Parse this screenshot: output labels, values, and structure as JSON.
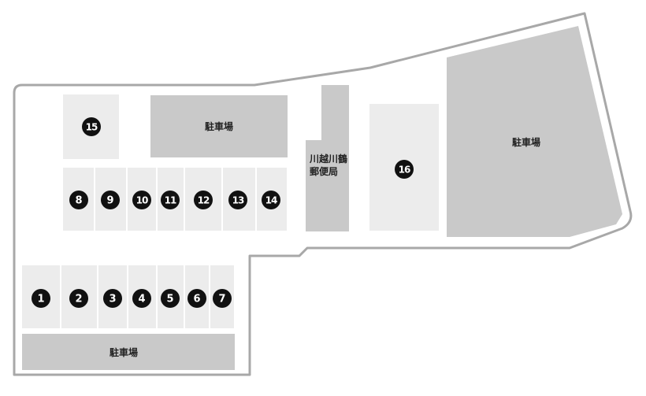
{
  "map": {
    "parking_label": "駐車場",
    "post_office_line1": "川越川鶴",
    "post_office_line2": "郵便局",
    "store_numbers": [
      "1",
      "2",
      "3",
      "4",
      "5",
      "6",
      "7",
      "8",
      "9",
      "10",
      "11",
      "12",
      "13",
      "14",
      "15",
      "16"
    ]
  },
  "colors": {
    "site_outline": "#a8a8a8",
    "store_lot": "#ececec",
    "parking_lot": "#c9c9c9",
    "number_badge": "#111111",
    "label_text": "#222222"
  }
}
